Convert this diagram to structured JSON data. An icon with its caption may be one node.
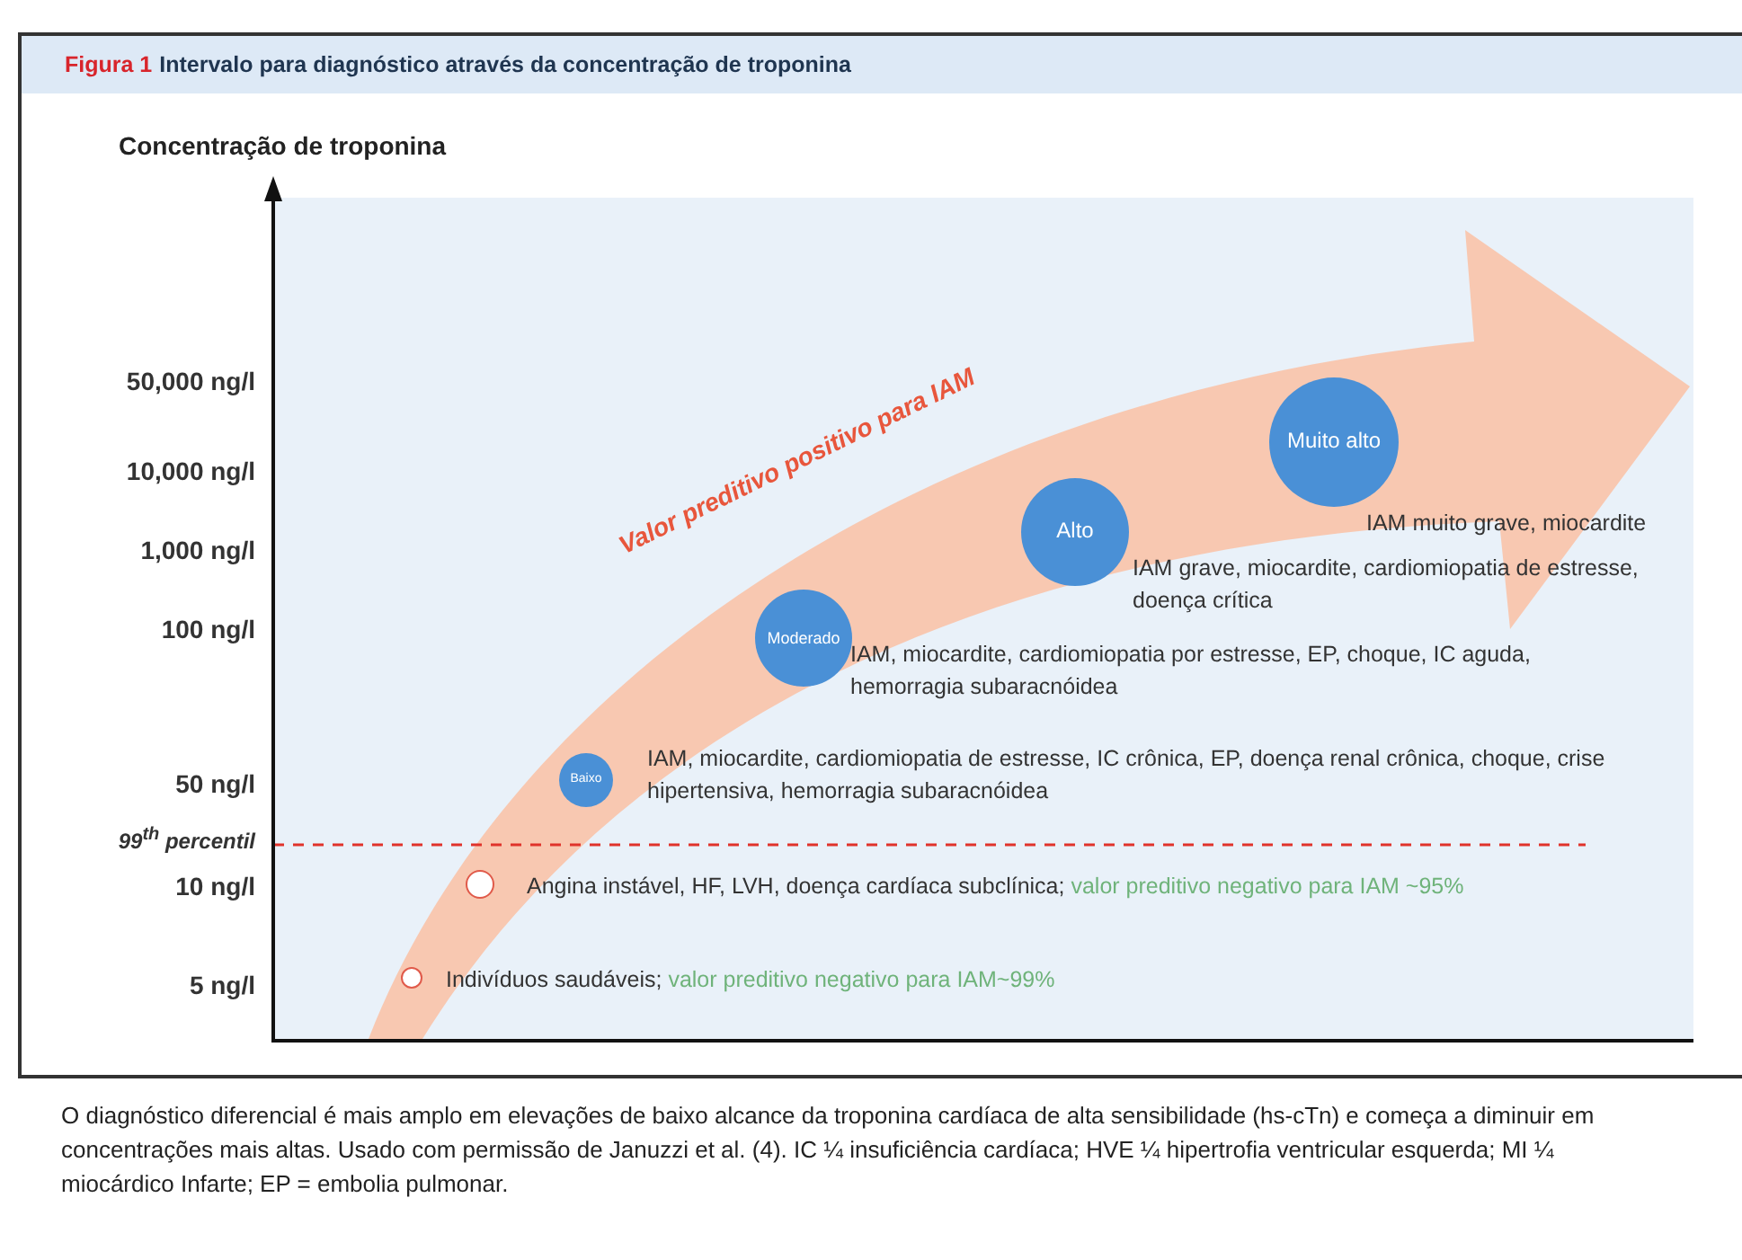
{
  "diagram": {
    "title": "Intervalo para diagnóstico através da concentração de troponina",
    "caption": "O diagnóstico diferencial é mais amplo em elevações de baixo alcance da troponina cardíaca de alta sensibilidade (hs-cTn) e começa a diminuir em concentrações mais altas. Usado com permissão de Januzzi et al. (4). IC ¼ insuficiência cardíaca; HVE ¼ hipertrofia ventricular esquerda; MI ¼ miocárdico Infarte; EP = embolia pulmonar.",
    "nodes": [
      {
        "text": [],
        "shape": "circle",
        "beside": [
          "Indivíduos saudáveis;",
          "valor preditivo negativo para IAM~99%"
        ]
      },
      {
        "text": [],
        "shape": "circle",
        "beside": [
          "Angina instável, HF, LVH, doença cardíaca subclínica;",
          "valor preditivo negativo para IAM ~95%"
        ]
      },
      {
        "text": [
          "Baixo"
        ],
        "beside": [
          "IAM, miocardite, cardiomiopatia de estresse, IC crônica, EP, doença renal crônica, choque, crise hipertensiva, hemorragia subaracnóidea"
        ]
      },
      {
        "text": [
          "Moderado"
        ],
        "beside": [
          "IAM, miocardite, cardiomiopatia por estresse, EP, choque, IC aguda, hemorragia subaracnóidea"
        ]
      },
      {
        "text": [
          "Alto"
        ],
        "beside": [
          "IAM grave, miocardite, cardiomiopatia de estresse, doença crítica"
        ]
      },
      {
        "text": [
          "Muito alto"
        ],
        "beside": [
          "IAM muito grave, miocardite"
        ]
      }
    ],
    "labels": [
      "Figura 1",
      "Concentração de troponina",
      "50,000 ng/l",
      "10,000 ng/l",
      "1,000 ng/l",
      "100 ng/l",
      "50 ng/l",
      "99$^{th}$ percentil",
      "10 ng/l",
      "5 ng/l",
      "Valor preditivo positivo para IAM"
    ]
  }
}
